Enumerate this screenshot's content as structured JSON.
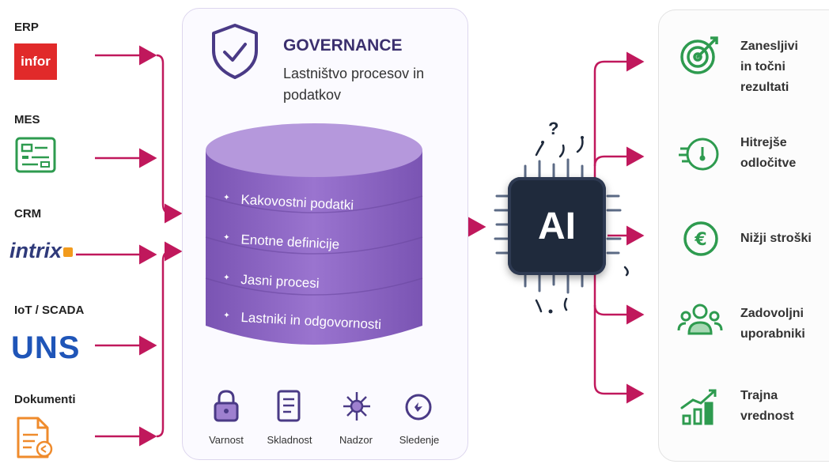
{
  "sources": [
    {
      "label": "ERP",
      "logo_text": "infor"
    },
    {
      "label": "MES"
    },
    {
      "label": "CRM",
      "logo_text": "intrix"
    },
    {
      "label": "IoT / SCADA",
      "logo_text": "UNS"
    },
    {
      "label": "Dokumenti"
    }
  ],
  "governance": {
    "title": "GOVERNANCE",
    "subtitle": "Lastništvo procesov in podatkov",
    "items": [
      "Kakovostni podatki",
      "Enotne definicije",
      "Jasni procesi",
      "Lastniki in odgovornosti"
    ],
    "bottom": [
      {
        "label": "Varnost",
        "icon": "lock-icon"
      },
      {
        "label": "Skladnost",
        "icon": "document-icon"
      },
      {
        "label": "Nadzor",
        "icon": "network-icon"
      },
      {
        "label": "Sledenje",
        "icon": "tracking-icon"
      }
    ]
  },
  "ai": {
    "label": "AI",
    "marks": "?"
  },
  "outcomes": [
    {
      "label": "Zanesljivi\nin točni\nrezultati",
      "icon": "target-icon"
    },
    {
      "label": "Hitrejše\nodločitve",
      "icon": "timer-icon"
    },
    {
      "label": "Nižji stroški",
      "icon": "euro-icon"
    },
    {
      "label": "Zadovoljni\nuporabniki",
      "icon": "users-icon"
    },
    {
      "label": "Trajna\nvrednost",
      "icon": "growth-chart-icon"
    }
  ],
  "colors": {
    "arrow": "#c0185c",
    "cylinder": "#8a63bf",
    "outcome_icon": "#2e9b4f",
    "governance_icon": "#4a3a86"
  }
}
